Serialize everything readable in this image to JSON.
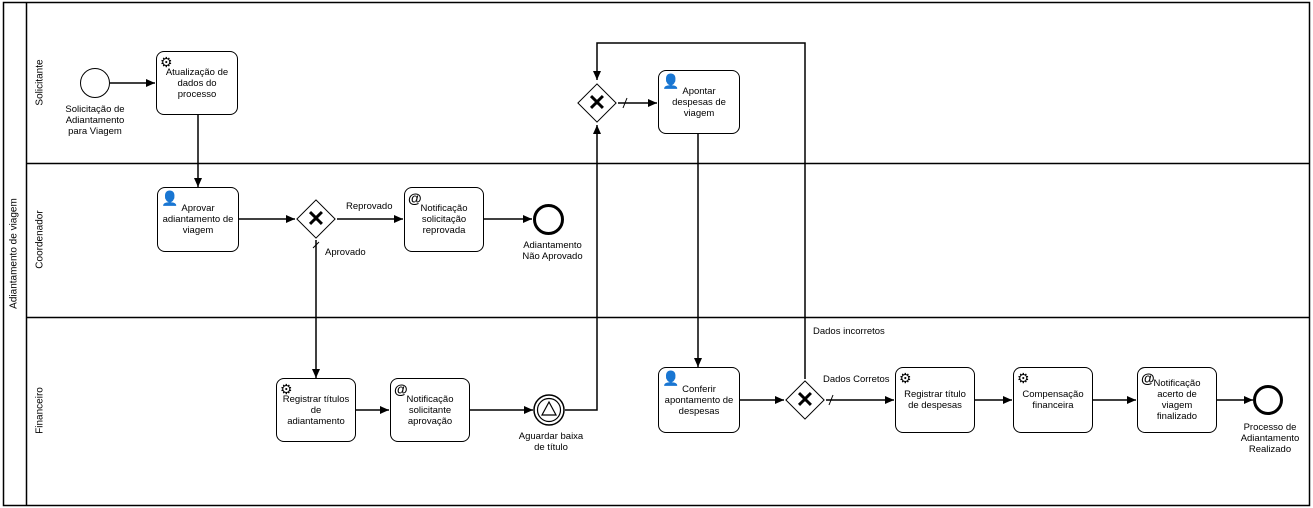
{
  "pool": {
    "name": "Adiantamento de viagem"
  },
  "lanes": [
    "Solicitante",
    "Coordenador",
    "Financeiro"
  ],
  "events": {
    "start": "Solicitação de Adiantamento para Viagem",
    "end_rejected": "Adiantamento Não Aprovado",
    "intermediate": "Aguardar baixa de título",
    "end_done": "Processo de Adiantamento Realizado"
  },
  "tasks": {
    "t1": "Atualização de dados do processo",
    "t2": "Aprovar adiantamento de viagem",
    "t3": "Notificação solicitação reprovada",
    "t4": "Registrar títulos de adiantamento",
    "t5": "Notificação solicitante aprovação",
    "t6": "Apontar despesas de viagem",
    "t7": "Conferir apontamento de despesas",
    "t8": "Registrar título de despesas",
    "t9": "Compensação financeira",
    "t10": "Notificação acerto de viagem finalizado"
  },
  "flow_labels": {
    "reprovado": "Reprovado",
    "aprovado": "Aprovado",
    "dados_incorretos": "Dados incorretos",
    "dados_corretos": "Dados Corretos"
  },
  "icons": {
    "service": "gear-icon",
    "user": "user-icon",
    "send": "at-icon",
    "gateway": "x-icon",
    "signal": "triangle-icon"
  }
}
